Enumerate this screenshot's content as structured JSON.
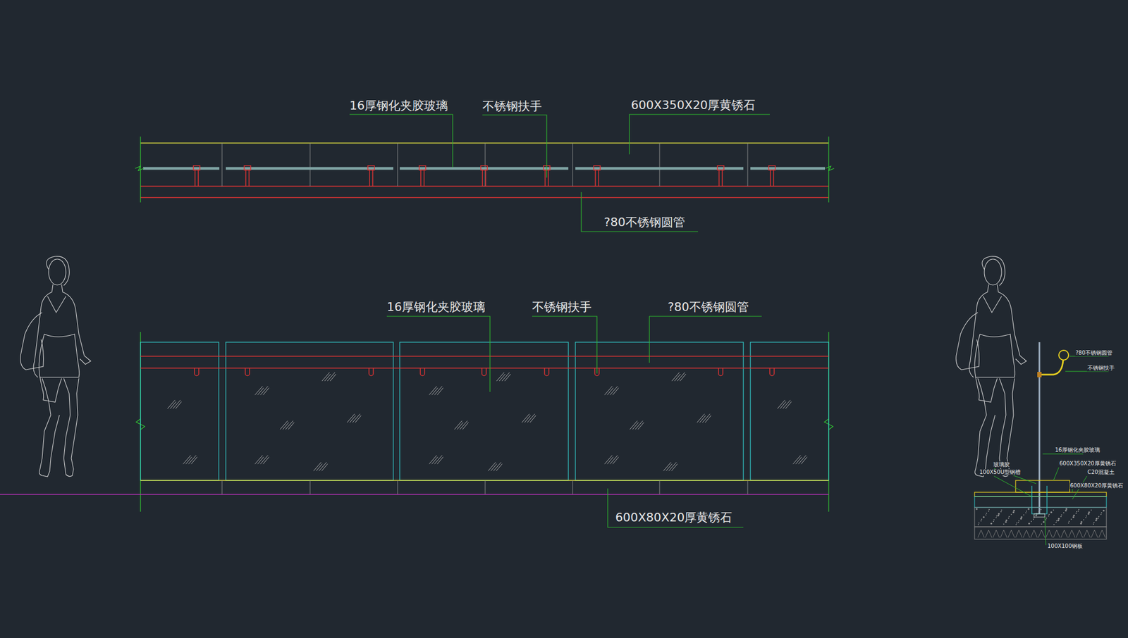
{
  "diagram": {
    "labels": [
      "16厚钢化夹胶玻璃",
      "不锈钢扶手",
      "600X350X20厚黄锈石",
      "?80不锈钢圆管",
      "16厚钢化夹胶玻璃",
      "不锈钢扶手",
      "?80不锈钢圆管",
      "600X80X20厚黄锈石",
      "?80不锈钢圆管",
      "不锈钢扶手",
      "16厚钢化夹胶玻璃",
      "玻璃胶",
      "100X50U型钢槽",
      "600X350X20厚黄锈石",
      "C20混凝土",
      "600X80X20厚黄锈石",
      "100X100钢板"
    ]
  }
}
